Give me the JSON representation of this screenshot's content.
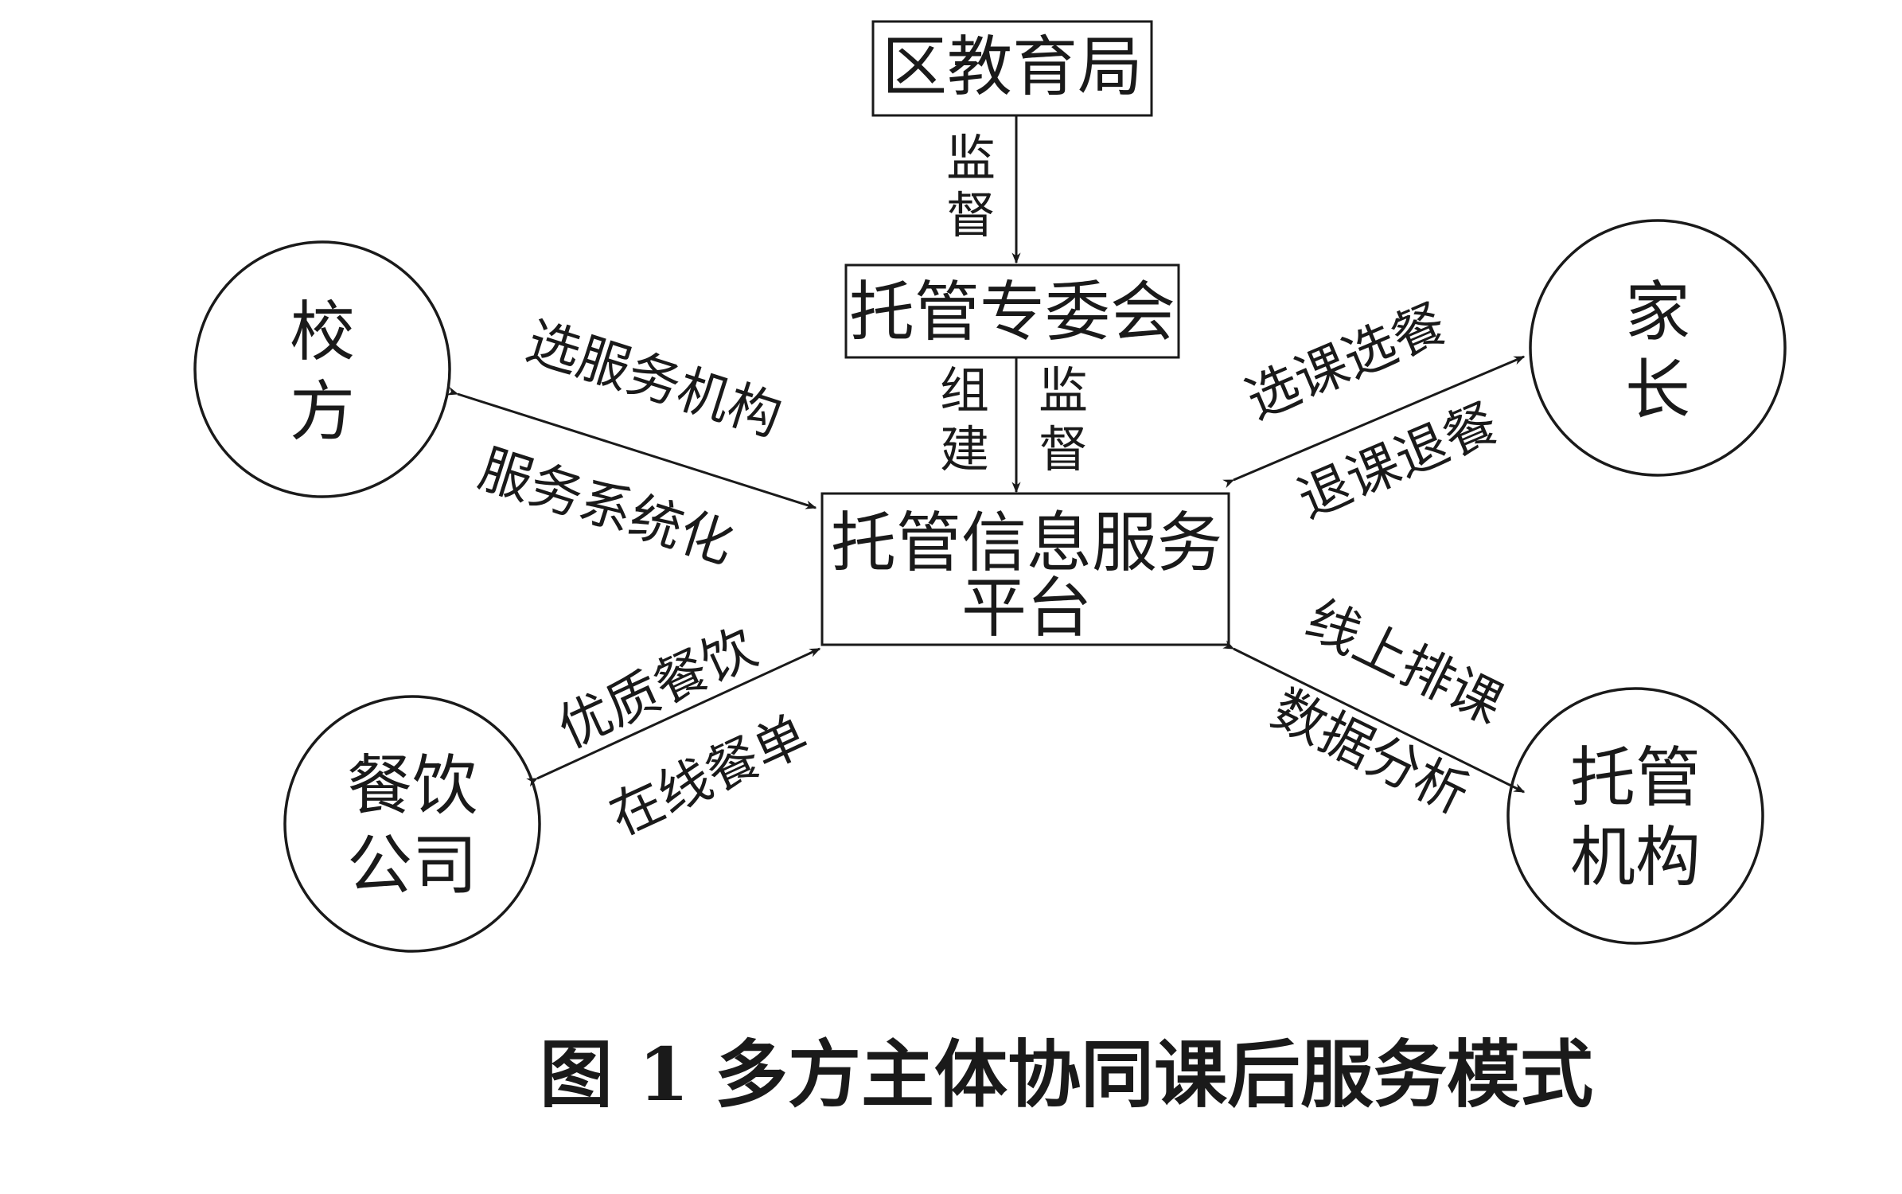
{
  "nodes": {
    "edu_bureau": "区教育局",
    "committee": "托管专委会",
    "platform_line1": "托管信息服务",
    "platform_line2": "平台",
    "school_line1": "校",
    "school_line2": "方",
    "parents_line1": "家",
    "parents_line2": "长",
    "catering_line1": "餐饮",
    "catering_line2": "公司",
    "agency_line1": "托管",
    "agency_line2": "机构"
  },
  "edges": {
    "bureau_to_committee": [
      "监",
      "督"
    ],
    "committee_to_platform_left": [
      "组",
      "建"
    ],
    "committee_to_platform_right": [
      "监",
      "督"
    ],
    "school_top": "选服务机构",
    "school_bottom": "服务系统化",
    "parents_top": "选课选餐",
    "parents_bottom": "退课退餐",
    "catering_top": "优质餐饮",
    "catering_bottom": "在线餐单",
    "agency_top": "线上排课",
    "agency_bottom": "数据分析"
  },
  "caption": "图 1 多方主体协同课后服务模式"
}
